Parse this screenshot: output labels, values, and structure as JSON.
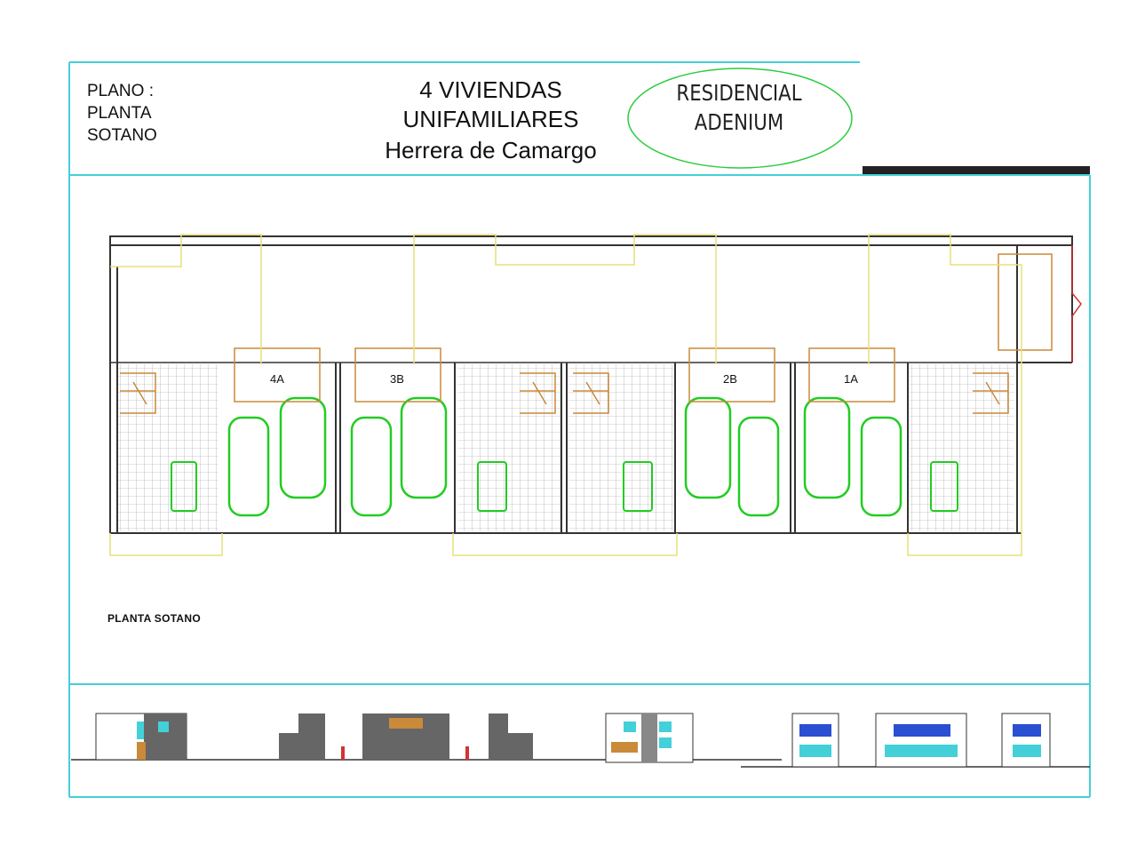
{
  "header": {
    "plan_lines": [
      "PLANO :",
      "PLANTA",
      "SOTANO"
    ],
    "title_lines": [
      "4 VIVIENDAS",
      "UNIFAMILIARES",
      "Herrera de Camargo"
    ],
    "brand_lines": [
      "RESIDENCIAL",
      "ADENIUM"
    ]
  },
  "units": [
    "4A",
    "3B",
    "2B",
    "1A"
  ],
  "plan_label": "PLANTA  SOTANO",
  "colors": {
    "frame": "#44d0d8",
    "walls": "#333333",
    "cars": "#22cc22",
    "boxes": "#c98a3a",
    "outlines": "#e6e07a",
    "accent": "#d33333"
  }
}
